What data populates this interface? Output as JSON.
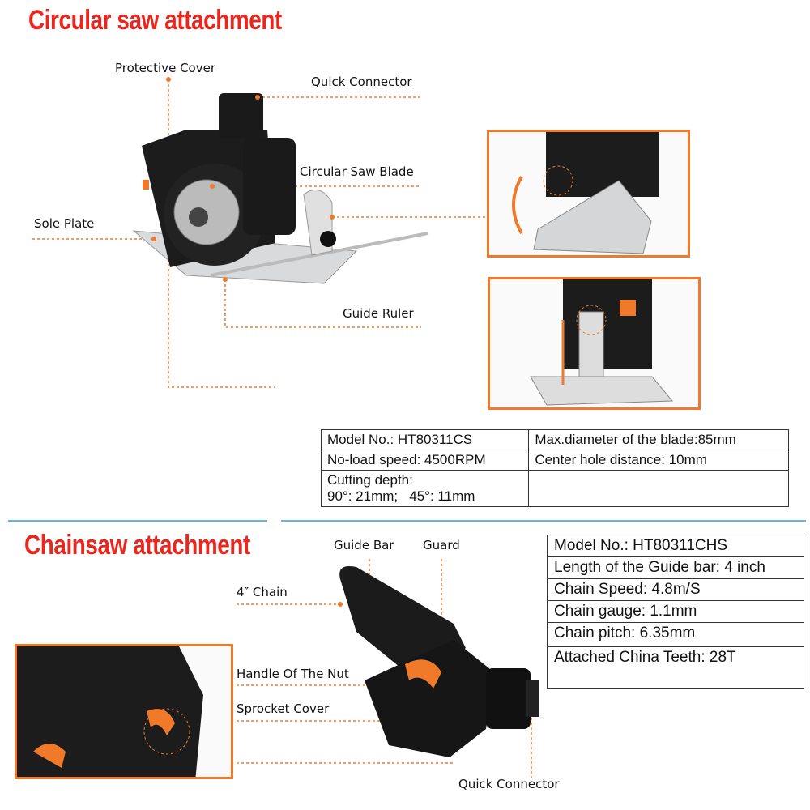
{
  "circular_saw": {
    "title": "Circular saw attachment",
    "labels": {
      "protective_cover": "Protective Cover",
      "quick_connector": "Quick Connector",
      "blade": "Circular Saw Blade",
      "sole_plate": "Sole Plate",
      "guide_ruler": "Guide Ruler"
    },
    "specs": {
      "model": "Model No.: HT80311CS",
      "max_diameter": "Max.diameter of the blade:85mm",
      "speed": "No-load speed: 4500RPM",
      "center_hole": "Center hole distance: 10mm",
      "cutting_depth_label": "Cutting depth:",
      "cutting_depth_values": "90°: 21mm;   45°: 11mm"
    }
  },
  "chainsaw": {
    "title": "Chainsaw attachment",
    "labels": {
      "guide_bar": "Guide Bar",
      "guard": "Guard",
      "chain": "4″ Chain",
      "handle_nut": "Handle Of The Nut",
      "sprocket_cover": "Sprocket Cover",
      "quick_connector": "Quick Connector"
    },
    "specs": [
      "Model No.: HT80311CHS",
      "Length of the Guide bar: 4 inch",
      "Chain Speed: 4.8m/S",
      "Chain gauge: 1.1mm",
      "Chain pitch: 6.35mm",
      "Attached China Teeth: 28T"
    ]
  },
  "colors": {
    "accent": "#e8281e",
    "leader": "#f07a2a",
    "divider": "#6fb3cf"
  }
}
